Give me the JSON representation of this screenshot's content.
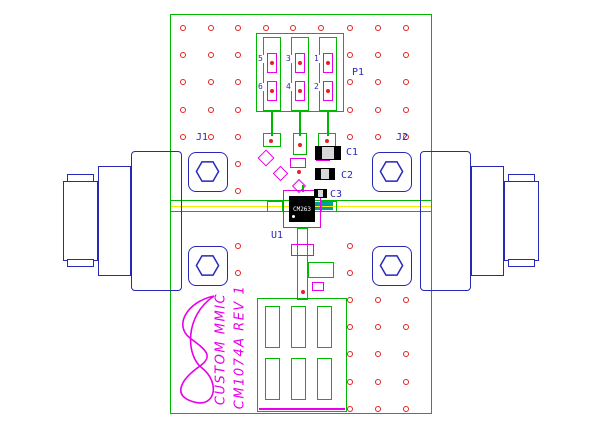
{
  "colors": {
    "board_green": "#00b800",
    "silk_magenta": "#e800e8",
    "via_red": "#e82020",
    "conn_blue": "#2828b8",
    "label_blue": "#2828b8",
    "trace_yellow": "#f0f000",
    "teal": "#00a0a0",
    "chip_black": "#000000"
  },
  "components": {
    "j1": {
      "refdes": "J1"
    },
    "j2": {
      "refdes": "J2"
    },
    "p1": {
      "refdes": "P1",
      "pins": [
        "5",
        "3",
        "1",
        "6",
        "4",
        "2"
      ]
    },
    "c1": {
      "refdes": "C1"
    },
    "c2": {
      "refdes": "C2"
    },
    "c3": {
      "refdes": "C3"
    },
    "u1": {
      "refdes": "U1",
      "marking": "CM263"
    }
  },
  "silkscreen": {
    "line1": "CUSTOM MMIC",
    "line2": "CM1074A REV 1"
  }
}
